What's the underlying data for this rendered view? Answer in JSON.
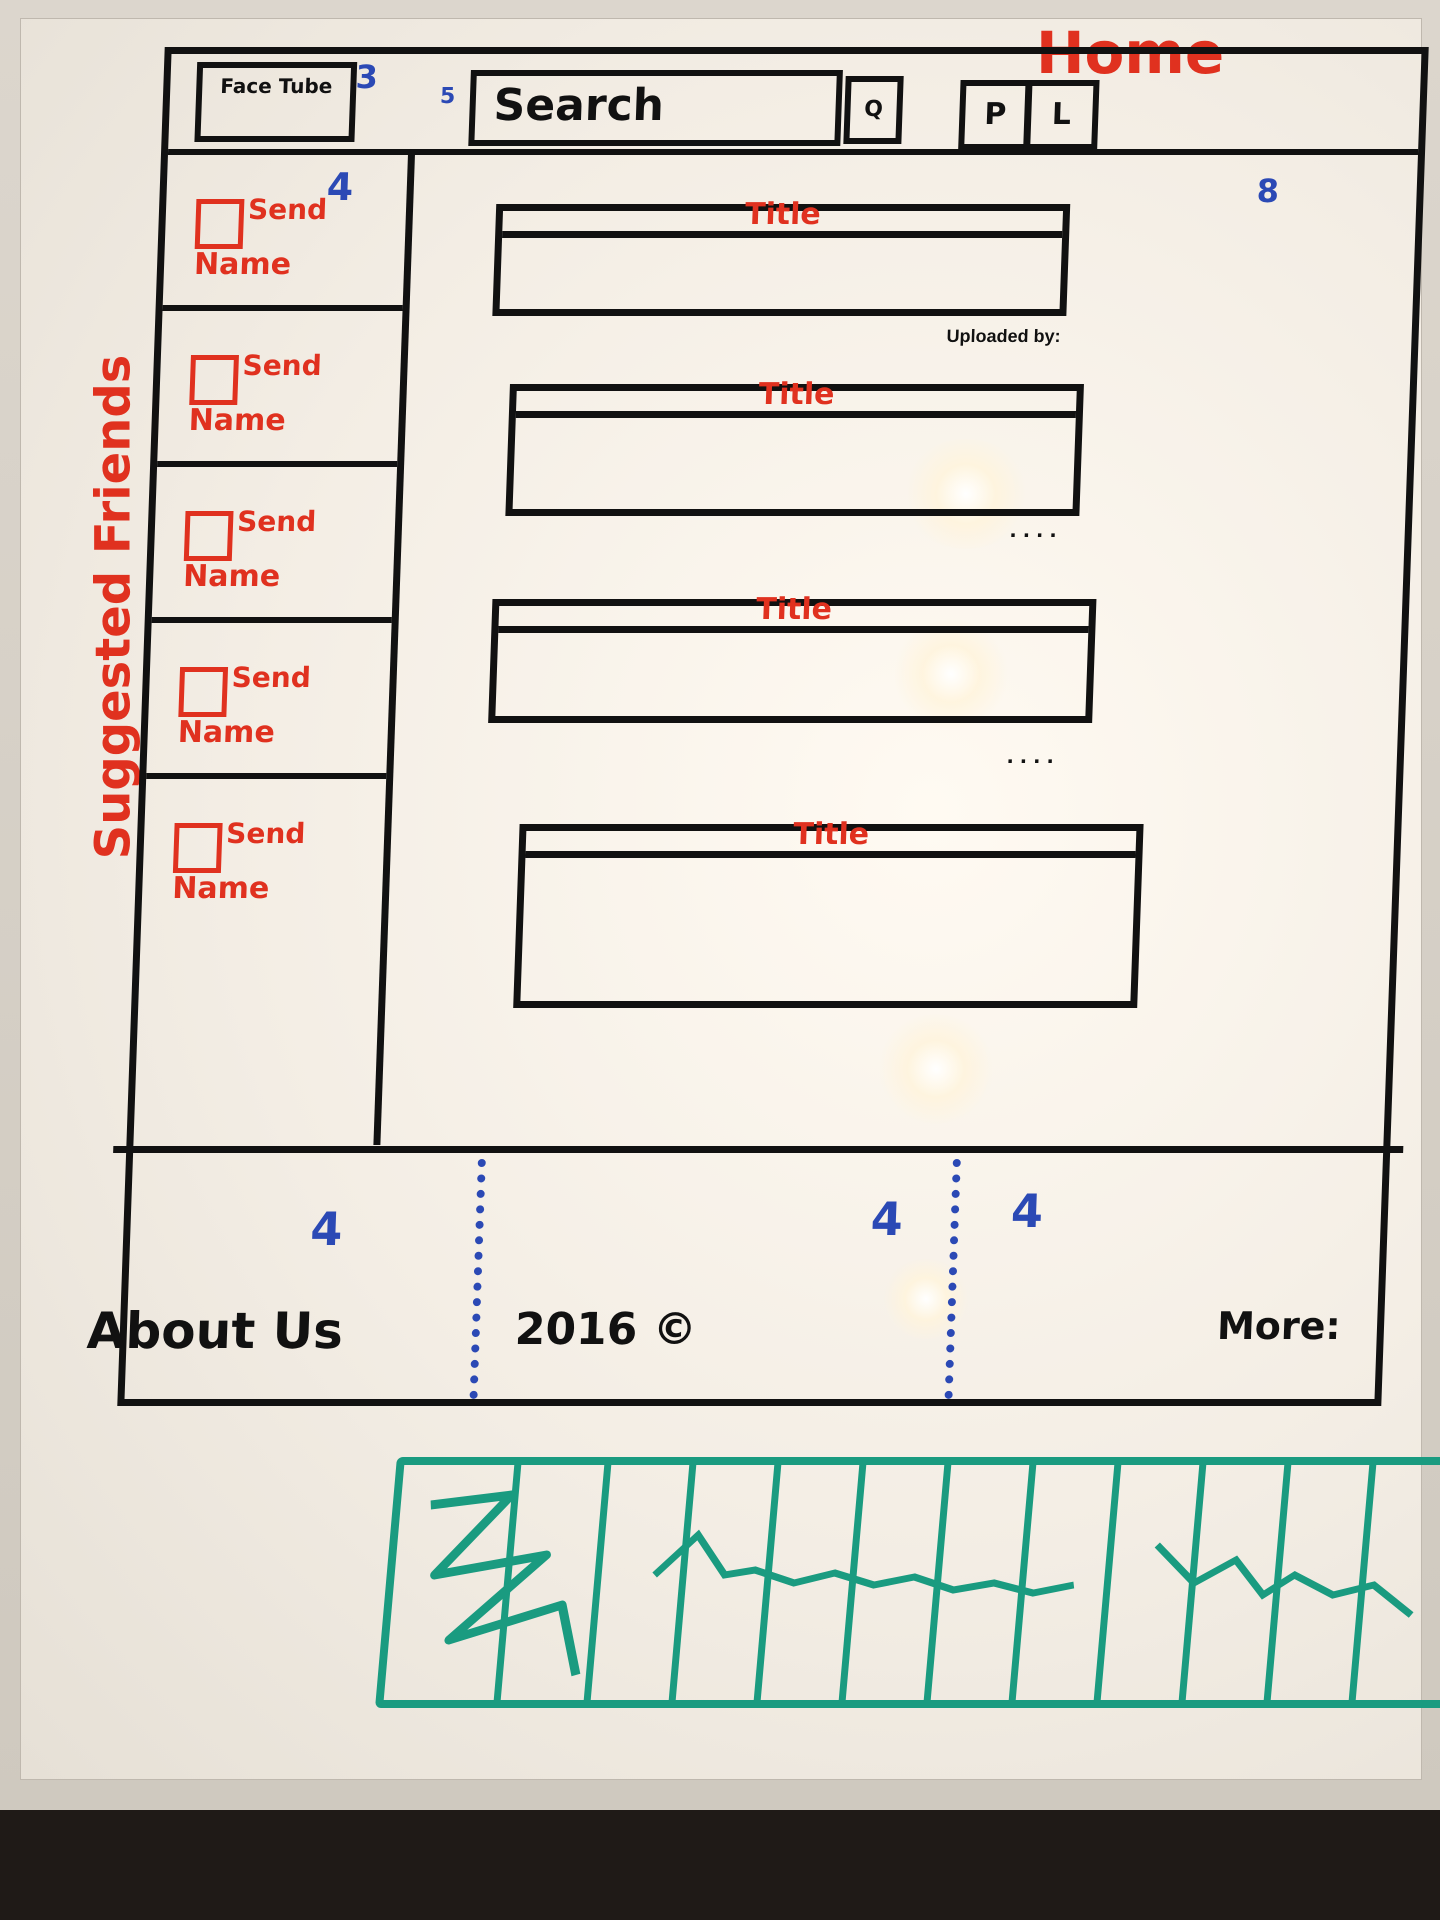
{
  "header": {
    "logo": "Face Tube",
    "search_placeholder": "Search",
    "search_button": "Q",
    "profile_button": "P",
    "login_button": "L",
    "home_label": "Home"
  },
  "annotations": {
    "n3": "3",
    "n5": "5",
    "n4a": "4",
    "n8": "8",
    "n4b": "4",
    "n4c": "4",
    "n4d": "4"
  },
  "sidebar": {
    "label": "Suggested Friends",
    "friends": [
      {
        "send": "Send",
        "name": "Name"
      },
      {
        "send": "Send",
        "name": "Name"
      },
      {
        "send": "Send",
        "name": "Name"
      },
      {
        "send": "Send",
        "name": "Name"
      },
      {
        "send": "Send",
        "name": "Name"
      }
    ]
  },
  "videos": [
    {
      "title": "Title",
      "meta": "Uploaded by:"
    },
    {
      "title": "Title",
      "meta": ". .    . ."
    },
    {
      "title": "Title",
      "meta": ". .    . ."
    },
    {
      "title": "Title",
      "meta": ""
    }
  ],
  "footer": {
    "about": "About Us",
    "year": "2016 ©",
    "more": "More:"
  },
  "colors": {
    "marker_black": "#111111",
    "marker_red": "#e0311f",
    "marker_blue": "#2b49b5",
    "marker_teal": "#1a9b80",
    "board": "#f5efe6"
  }
}
